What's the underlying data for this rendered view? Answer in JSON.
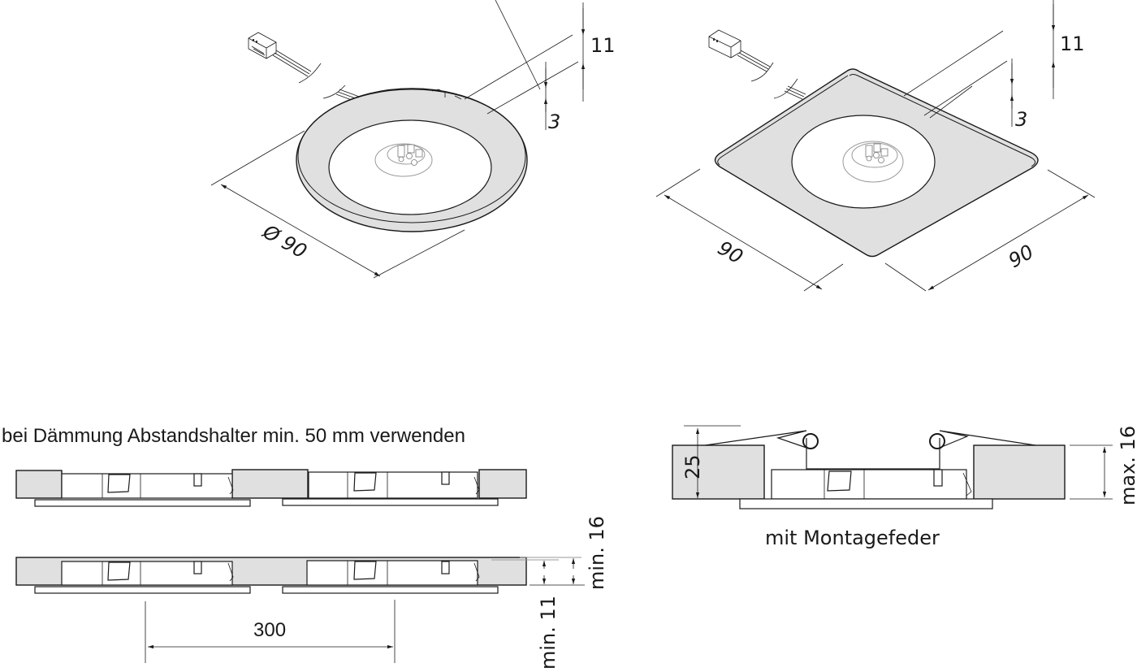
{
  "drawing": {
    "round_light": {
      "diameter_label": "Ø 90",
      "height_label": "11",
      "thickness_label": "3"
    },
    "square_light": {
      "width_label": "90",
      "depth_label": "90",
      "height_label": "11",
      "thickness_label": "3"
    },
    "insulation_note": "bei Dämmung Abstandshalter min. 50 mm verwenden",
    "spacing_label": "300",
    "min_total_label": "min. 16",
    "min_cutout_label": "min. 11",
    "spring_mount": {
      "height_label": "25",
      "max_label": "max. 16",
      "caption": "mit Montagefeder"
    }
  }
}
